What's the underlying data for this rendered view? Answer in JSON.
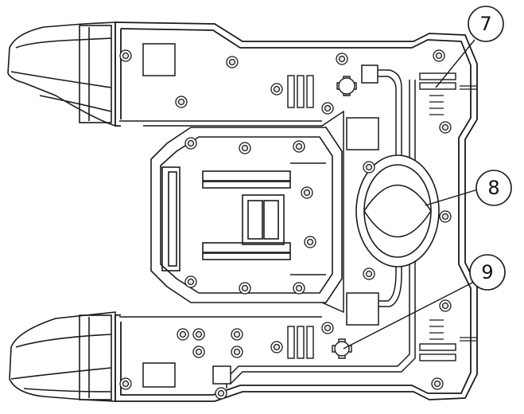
{
  "callouts": [
    {
      "id": "callout-7",
      "label": "7"
    },
    {
      "id": "callout-8",
      "label": "8"
    },
    {
      "id": "callout-9",
      "label": "9"
    }
  ],
  "colors": {
    "line": "#1a1a1a",
    "fill": "#ffffff",
    "shade": "#e6e6e6"
  }
}
